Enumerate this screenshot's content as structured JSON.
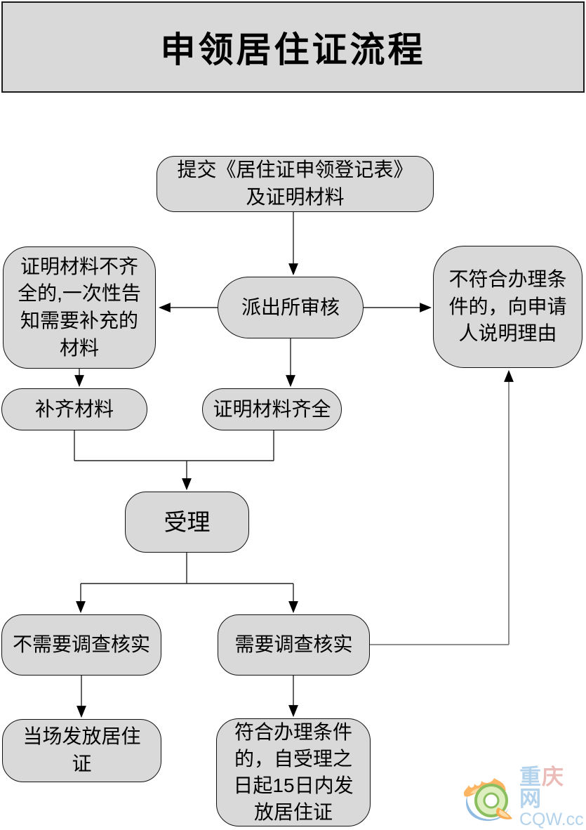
{
  "title": "申领居住证流程",
  "flow": {
    "nodes": {
      "submit": "提交《居住证申领登记表》\n及证明材料",
      "review": "派出所审核",
      "incomplete": "证明材料不齐\n全的,一次性告\n知需要补充的\n材料",
      "reject": "不符合办理条\n件的，向申请\n人说明理由",
      "supplement": "补齐材料",
      "complete": "证明材料齐全",
      "accept": "受理",
      "no_verify": "不需要调查核实",
      "verify": "需要调查核实",
      "issue_now": "当场发放居住\n证",
      "issue_later": "符合办理条件\n的，自受理之\n日起15日内发\n放居住证"
    }
  },
  "watermark": {
    "site_chars": [
      "重",
      "庆",
      "网"
    ],
    "site_url": "CQW.cc"
  },
  "colors": {
    "node_fill": "#d9d9d9",
    "node_border": "#111111",
    "connector": "#222222",
    "connector_gray": "#808080",
    "watermark_blue": "#a9cce9",
    "watermark_red": "#e9b2ae",
    "logo_green": "#8dc63f",
    "logo_orange": "#f9a13a",
    "logo_blue": "#6aa3d8"
  }
}
